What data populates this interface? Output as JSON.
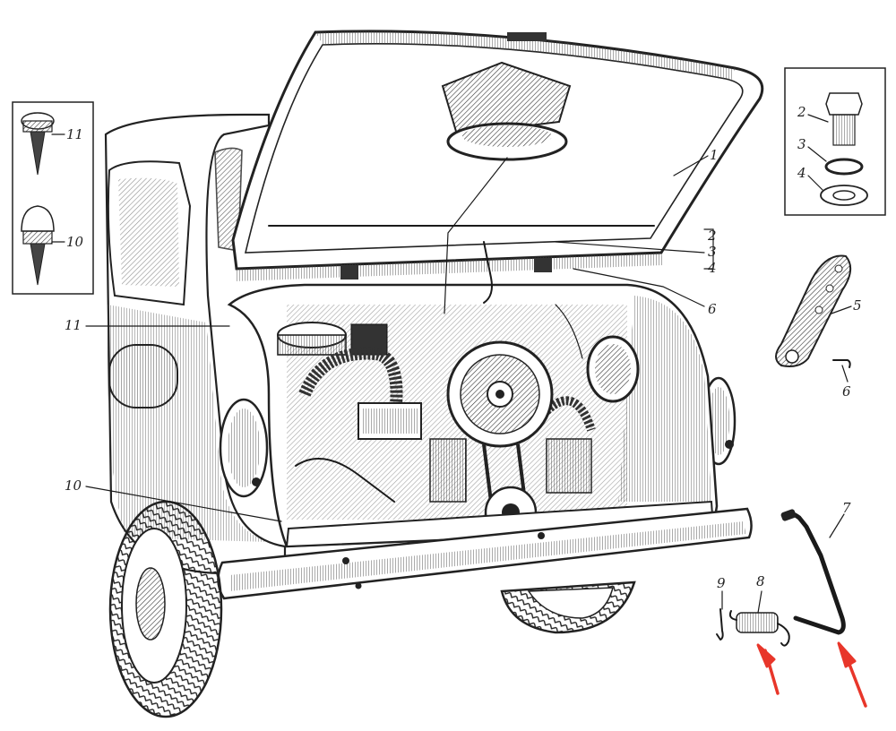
{
  "callouts": {
    "lid": "1",
    "bolt": "2",
    "washer_spring": "3",
    "washer_flat": "4",
    "stack_2": "2",
    "stack_3": "3",
    "stack_4": "4",
    "hinge": "5",
    "hinge_bracket": "6",
    "pin_small": "6",
    "prop_rod": "7",
    "spring": "8",
    "clip": "9",
    "bumper_left": "10",
    "buffer_left": "11",
    "inset_buffer_11": "11",
    "inset_buffer_10": "10"
  },
  "colors": {
    "ink": "#1a1a1a",
    "annotation_arrow": "#e8362a",
    "paper": "#ffffff"
  },
  "annotation_arrows": [
    {
      "target": "spring",
      "tip": "8"
    },
    {
      "target": "prop_rod",
      "tip": "7"
    }
  ]
}
